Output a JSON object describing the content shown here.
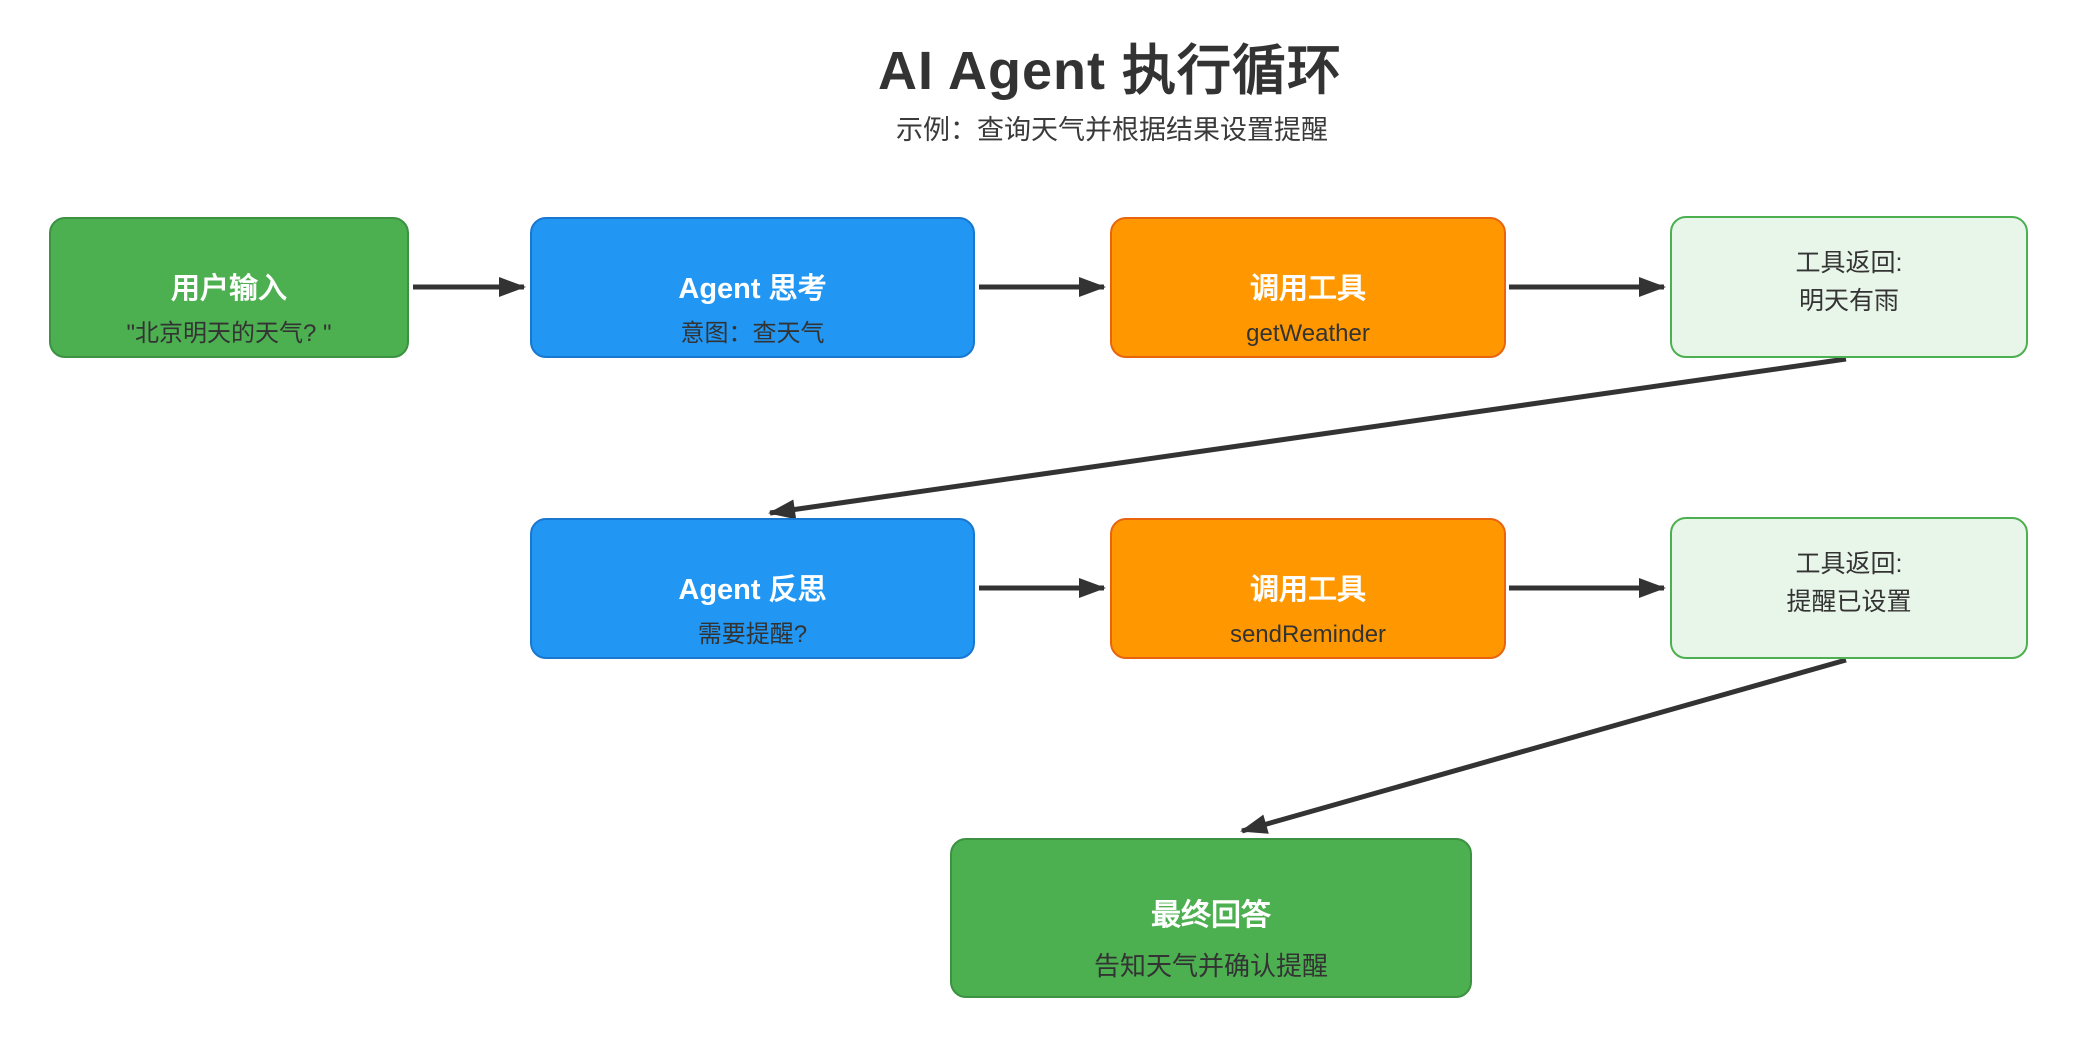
{
  "header": {
    "title": "AI Agent 执行循环",
    "subtitle": "示例：查询天气并根据结果设置提醒"
  },
  "nodes": {
    "user_input": {
      "title": "用户输入",
      "subtitle": "\"北京明天的天气? \"",
      "color": "#4caf50"
    },
    "agent_think": {
      "title": "Agent 思考",
      "subtitle": "意图：查天气",
      "color": "#2196f3"
    },
    "tool_call_1": {
      "title": "调用工具",
      "subtitle": "getWeather",
      "color": "#ff9800"
    },
    "tool_return_1": {
      "line1": "工具返回:",
      "line2": "明天有雨",
      "color": "#e8f5e9"
    },
    "agent_reflect": {
      "title": "Agent 反思",
      "subtitle": "需要提醒?",
      "color": "#2196f3"
    },
    "tool_call_2": {
      "title": "调用工具",
      "subtitle": "sendReminder",
      "color": "#ff9800"
    },
    "tool_return_2": {
      "line1": "工具返回:",
      "line2": "提醒已设置",
      "color": "#e8f5e9"
    },
    "final_answer": {
      "title": "最终回答",
      "subtitle": "告知天气并确认提醒",
      "color": "#4caf50"
    }
  },
  "edges": [
    {
      "from": "user_input",
      "to": "agent_think"
    },
    {
      "from": "agent_think",
      "to": "tool_call_1"
    },
    {
      "from": "tool_call_1",
      "to": "tool_return_1"
    },
    {
      "from": "tool_return_1",
      "to": "agent_reflect"
    },
    {
      "from": "agent_reflect",
      "to": "tool_call_2"
    },
    {
      "from": "tool_call_2",
      "to": "tool_return_2"
    },
    {
      "from": "tool_return_2",
      "to": "final_answer"
    }
  ],
  "colors": {
    "green_fill": "#4caf50",
    "green_border": "#3d9142",
    "blue_fill": "#2196f3",
    "blue_border": "#1878d0",
    "orange_fill": "#ff9800",
    "orange_border": "#e8650e",
    "light_green_fill": "#e8f5e9",
    "light_green_border": "#4caf50",
    "arrow": "#333333",
    "title_text": "#333333",
    "node_title_text": "#ffffff",
    "node_subtitle_text": "#333333"
  }
}
